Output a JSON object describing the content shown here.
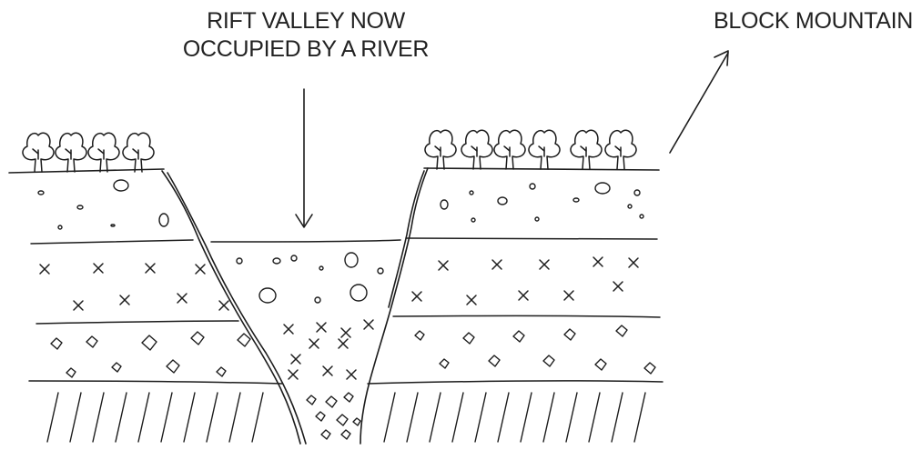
{
  "labels": {
    "rift_line1": "RIFT VALLEY NOW",
    "rift_line2": "OCCUPIED BY A RIVER",
    "block": "BLOCK MOUNTAIN"
  },
  "colors": {
    "ink": "#1c1c1c",
    "background": "#ffffff"
  }
}
